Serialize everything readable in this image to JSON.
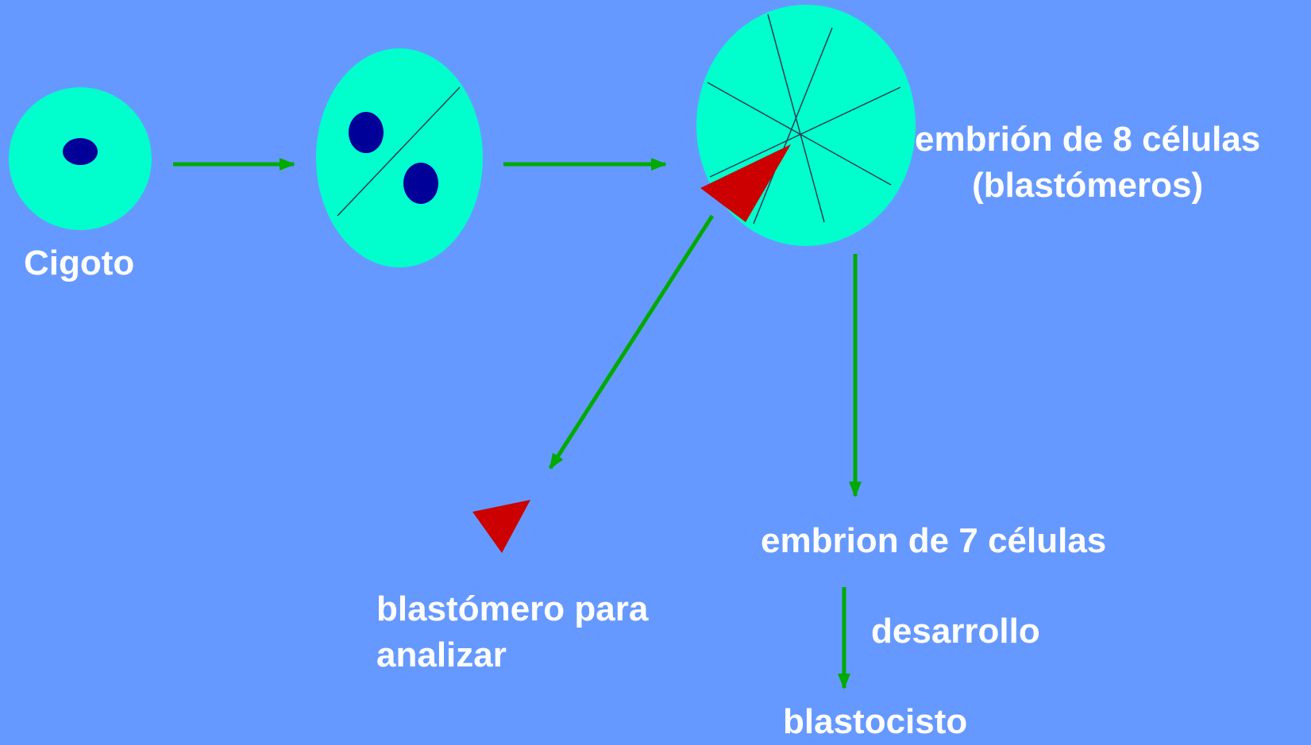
{
  "labels": {
    "cigoto": "Cigoto",
    "embrion_8_line1": "embrión de 8 células",
    "embrion_8_line2": "(blastómeros)",
    "embrion_7": "embrion de 7 células",
    "blastomero_line1": "blastómero para",
    "blastomero_line2": "analizar",
    "desarrollo": "desarrollo",
    "blastocisto": "blastocisto"
  },
  "colors": {
    "background": "#6699ff",
    "cell": "#00ffcc",
    "nucleus": "#000099",
    "arrow": "#00aa00",
    "blastomere": "#cc0000",
    "text": "#ffffff"
  }
}
